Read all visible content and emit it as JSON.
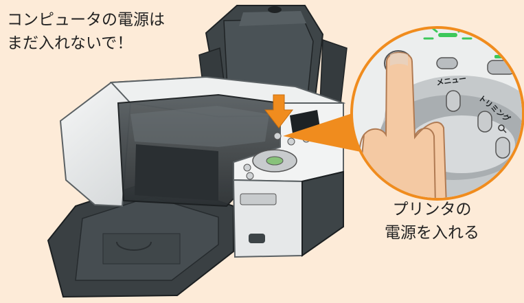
{
  "notes": {
    "warning": {
      "line1": "コンピュータの電源は",
      "line2": "まだ入れないで！"
    },
    "instruction": {
      "line1": "プリンタの",
      "line2": "電源を入れる"
    }
  },
  "panel_labels": {
    "menu": "メニュー",
    "trimming": "トリミング"
  },
  "colors": {
    "background": "#fdebd8",
    "printer_body_dark": "#3d4447",
    "printer_body_light": "#eef0f0",
    "callout_orange": "#f08c1e",
    "power_led": "#3cc85a",
    "skin": "#f4c9a3"
  },
  "icons": [
    "power-icon",
    "zoom-icon",
    "warning-icon"
  ]
}
